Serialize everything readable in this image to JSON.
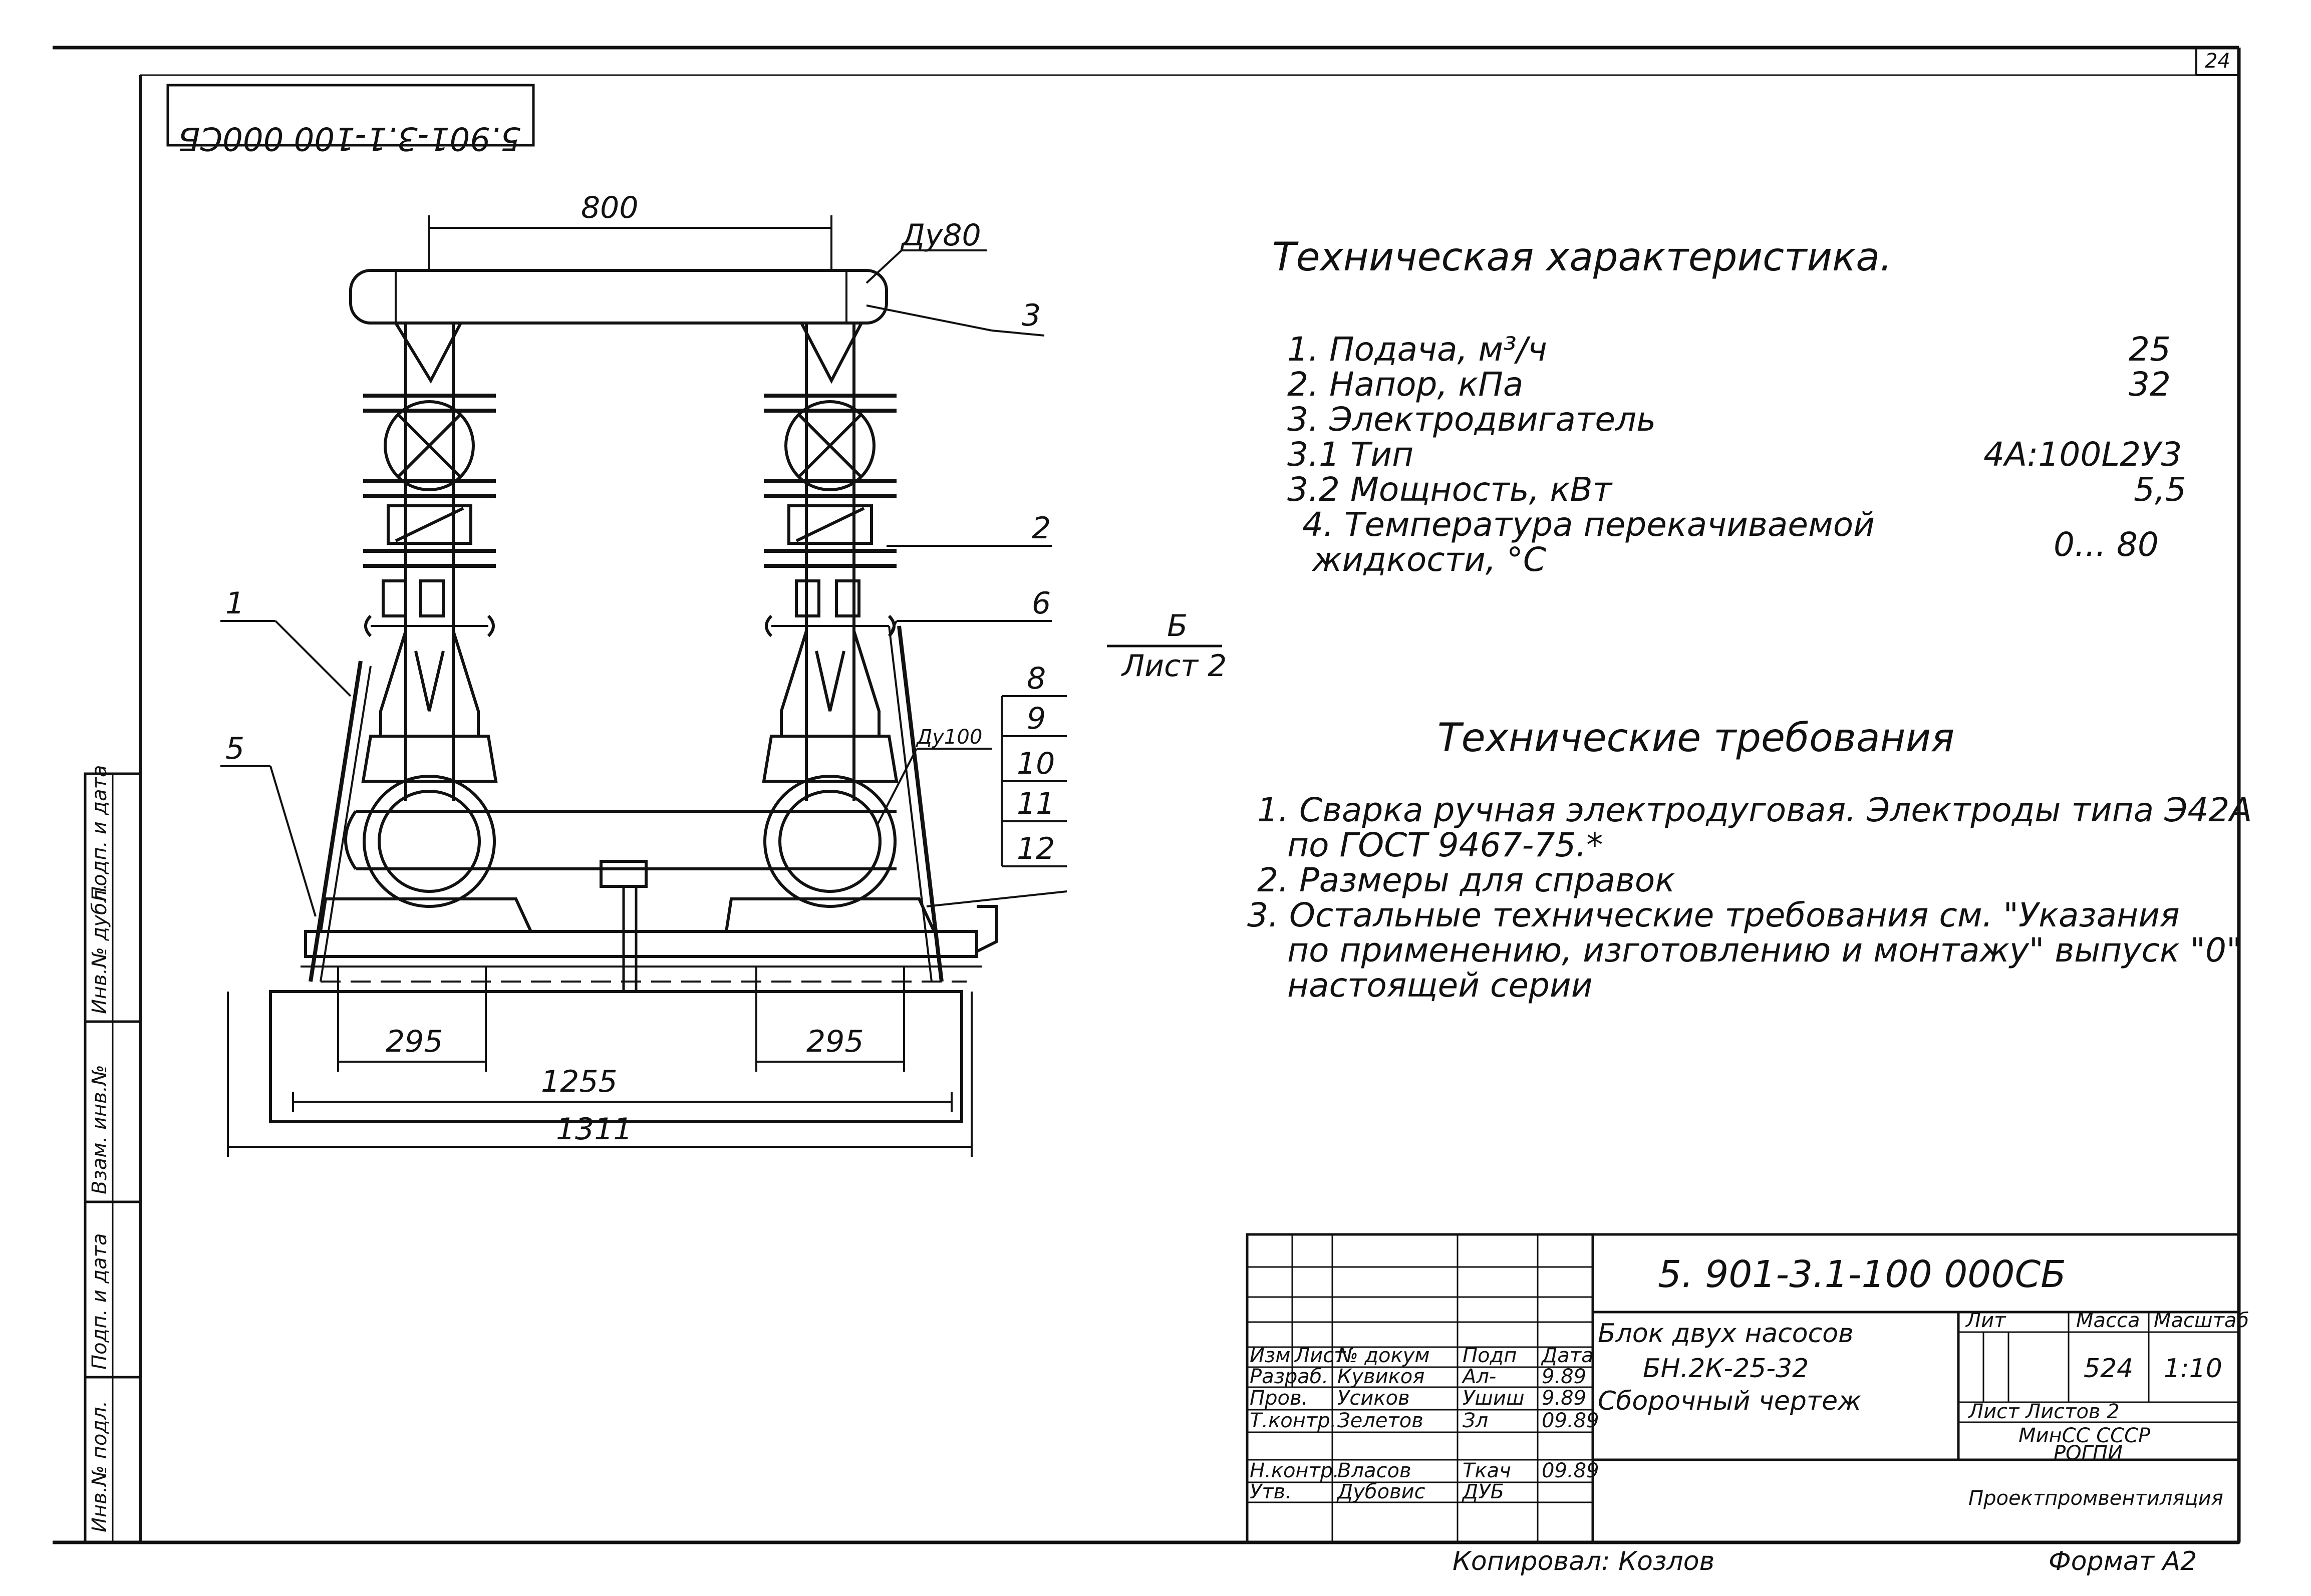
{
  "sheet_number": "24",
  "stamp_code": "5.901-3.1-100 000СБ",
  "tech_char": {
    "title": "Техническая характеристика.",
    "items": [
      {
        "label": "1. Подача, м³/ч",
        "value": "25"
      },
      {
        "label": "2. Напор, кПа",
        "value": "32"
      },
      {
        "label": "3. Электродвигатель",
        "value": ""
      },
      {
        "label": "3.1 Тип",
        "value": "4А:100L2У3"
      },
      {
        "label": "3.2 Мощность, кВт",
        "value": "5,5"
      },
      {
        "label": "4. Температура перекачиваемой",
        "value": ""
      },
      {
        "label": "жидкости, °С",
        "value": "0... 80"
      }
    ]
  },
  "view_ref": {
    "letter": "Б",
    "sheet": "Лист 2"
  },
  "tech_req": {
    "title": "Технические требования",
    "items": [
      "1. Сварка ручная электродуговая. Электроды типа Э42А",
      "по ГОСТ 9467-75.*",
      "2. Размеры для справок",
      "3. Остальные технические требования см. \"Указания",
      "по применению, изготовлению и монтажу\" выпуск \"0\"",
      "настоящей серии"
    ]
  },
  "drawing": {
    "dims": {
      "top": "800",
      "left_base": "295",
      "right_base": "295",
      "mid": "1255",
      "overall": "1311"
    },
    "dn_labels": {
      "top": "Ду80",
      "mid": "Ду100"
    },
    "callouts": [
      "1",
      "2",
      "3",
      "5",
      "6",
      "8",
      "9",
      "10",
      "11",
      "12"
    ]
  },
  "title_block": {
    "code": "5. 901-3.1-100 000СБ",
    "name_lines": [
      "Блок двух насосов",
      "БН.2К-25-32",
      "Сборочный чертеж"
    ],
    "headers": {
      "lit": "Лит",
      "mass": "Масса",
      "scale": "Масштаб"
    },
    "mass": "524",
    "scale": "1:10",
    "sheet_info": "Лист  Листов 2",
    "org_lines": [
      "МинСС СССР",
      "РОГПИ",
      "Проектпромвентиляция"
    ],
    "change_header": [
      "Изм",
      "Лист",
      "№ докум",
      "Подп",
      "Дата"
    ],
    "roles": [
      {
        "role": "Разраб.",
        "name": "Кувикоя",
        "sign": "Ал-",
        "date": "9.89"
      },
      {
        "role": "Пров.",
        "name": "Усиков",
        "sign": "Ушиш",
        "date": "9.89"
      },
      {
        "role": "Т.контр.",
        "name": "Зелетов",
        "sign": "Зл",
        "date": "09.89"
      },
      {
        "role": "Н.контр.",
        "name": "Власов",
        "sign": "Ткач",
        "date": "09.89"
      },
      {
        "role": "Утв.",
        "name": "Дубовис",
        "sign": "ДУБ",
        "date": ""
      }
    ],
    "copied": "Копировал: Козлов",
    "format": "Формат А2"
  },
  "left_strip": [
    "Инв.№ подл.",
    "Подп. и дата",
    "Взам. инв.№",
    "Инв.№ дубл.",
    "Подп. и дата"
  ]
}
